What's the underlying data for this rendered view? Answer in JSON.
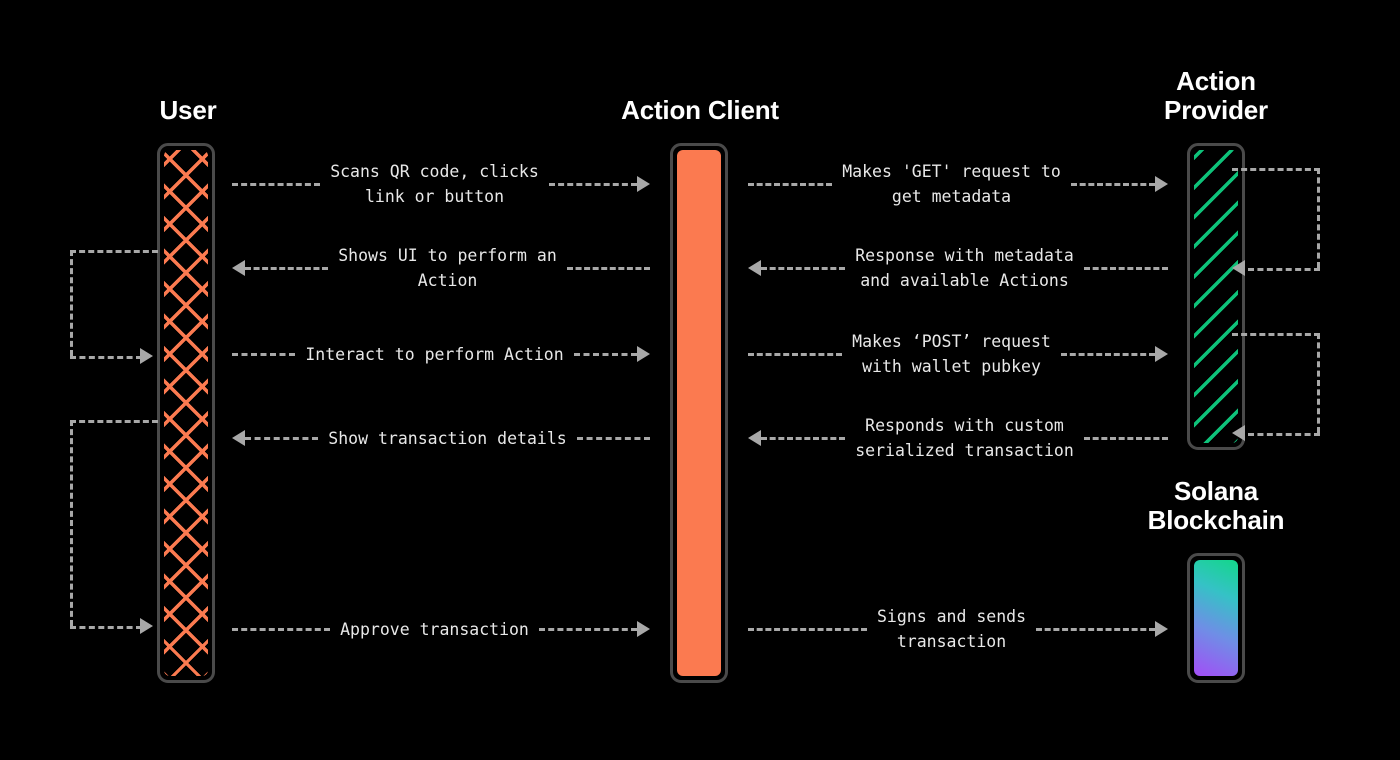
{
  "diagram": {
    "title": "Solana Actions and Blinks sequence flow",
    "background_color": "#000000",
    "accent_orange": "#FB7A50",
    "accent_green": "#0EC27A",
    "line_color": "#A8A8A8",
    "text_color": "#E8E8E8"
  },
  "actors": {
    "user": {
      "label": "User",
      "fill_style": "orange-cross-hatch"
    },
    "client": {
      "label": "Action Client",
      "fill_style": "solid-orange"
    },
    "provider": {
      "label": "Action\nProvider",
      "fill_style": "green-diagonal-hatch"
    },
    "blockchain": {
      "label": "Solana\nBlockchain",
      "fill_style": "green-purple-gradient"
    }
  },
  "messages": {
    "scan": {
      "text": "Scans QR code, clicks\nlink or button",
      "from": "user",
      "to": "client",
      "direction": "right"
    },
    "show_ui": {
      "text": "Shows UI to perform an\nAction",
      "from": "client",
      "to": "user",
      "direction": "left"
    },
    "interact": {
      "text": "Interact to perform Action",
      "from": "user",
      "to": "client",
      "direction": "right"
    },
    "show_tx": {
      "text": "Show transaction details",
      "from": "client",
      "to": "user",
      "direction": "left"
    },
    "approve": {
      "text": "Approve transaction",
      "from": "user",
      "to": "client",
      "direction": "right"
    },
    "get": {
      "text": "Makes 'GET' request to\nget metadata",
      "from": "client",
      "to": "provider",
      "direction": "right"
    },
    "response": {
      "text": "Response with metadata\nand available Actions",
      "from": "provider",
      "to": "client",
      "direction": "left"
    },
    "post": {
      "text": "Makes ‘POST’ request\nwith wallet pubkey",
      "from": "client",
      "to": "provider",
      "direction": "right"
    },
    "responds": {
      "text": "Responds with custom\nserialized transaction",
      "from": "provider",
      "to": "client",
      "direction": "left"
    },
    "signs": {
      "text": "Signs and sends\ntransaction",
      "from": "client",
      "to": "blockchain",
      "direction": "right"
    }
  },
  "self_loops": {
    "user_1": {
      "actor": "user",
      "side": "left",
      "label": ""
    },
    "user_2": {
      "actor": "user",
      "side": "left",
      "label": ""
    },
    "provider_1": {
      "actor": "provider",
      "side": "right",
      "label": ""
    },
    "provider_2": {
      "actor": "provider",
      "side": "right",
      "label": ""
    }
  }
}
